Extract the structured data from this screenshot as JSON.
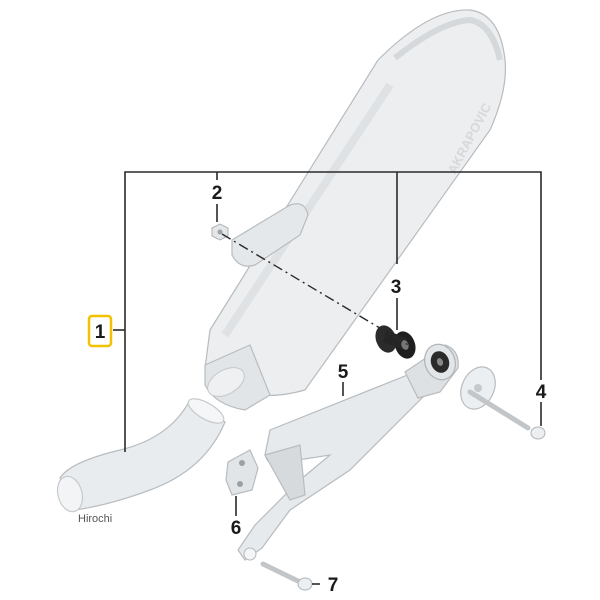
{
  "callouts": {
    "c1": "1",
    "c2": "2",
    "c3": "3",
    "c4": "4",
    "c5": "5",
    "c6": "6",
    "c7": "7"
  },
  "muffler_logo": "AKRAPOVIC",
  "watermark": "Hirochi",
  "colors": {
    "highlight": "#f2c200",
    "part_fill": "#e9ecee",
    "part_shadow": "#cfd3d6",
    "ink": "#1a1a1a",
    "rubber": "#1e1e1e"
  }
}
